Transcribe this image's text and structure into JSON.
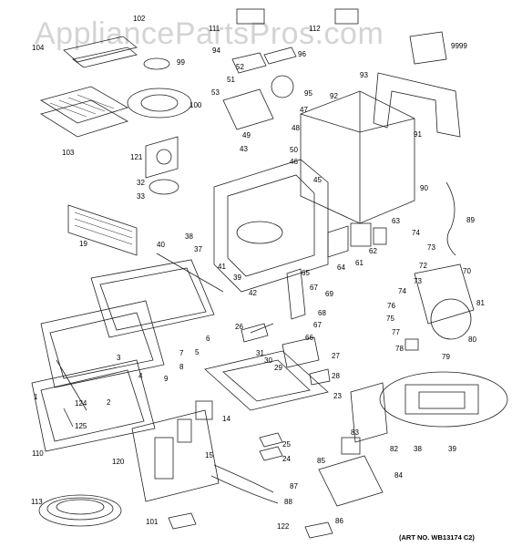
{
  "watermark": "AppliancePartsPros.com",
  "art_number": "(ART NO. WB13174 C2)",
  "callouts": [
    "1",
    "2",
    "3",
    "4",
    "5",
    "6",
    "7",
    "8",
    "9",
    "14",
    "15",
    "19",
    "23",
    "24",
    "25",
    "26",
    "27",
    "28",
    "29",
    "30",
    "31",
    "32",
    "33",
    "37",
    "38",
    "38",
    "39",
    "39",
    "40",
    "41",
    "42",
    "43",
    "45",
    "46",
    "47",
    "48",
    "49",
    "50",
    "51",
    "52",
    "53",
    "61",
    "62",
    "63",
    "64",
    "65",
    "66",
    "67",
    "67",
    "68",
    "69",
    "70",
    "72",
    "73",
    "73",
    "74",
    "74",
    "75",
    "76",
    "77",
    "78",
    "79",
    "80",
    "81",
    "82",
    "83",
    "84",
    "85",
    "86",
    "87",
    "88",
    "89",
    "90",
    "91",
    "92",
    "93",
    "94",
    "95",
    "96",
    "99",
    "100",
    "101",
    "102",
    "103",
    "104",
    "110",
    "111",
    "112",
    "113",
    "120",
    "121",
    "122",
    "124",
    "125",
    "9999"
  ],
  "icons": [
    "parts-exploded-diagram"
  ]
}
